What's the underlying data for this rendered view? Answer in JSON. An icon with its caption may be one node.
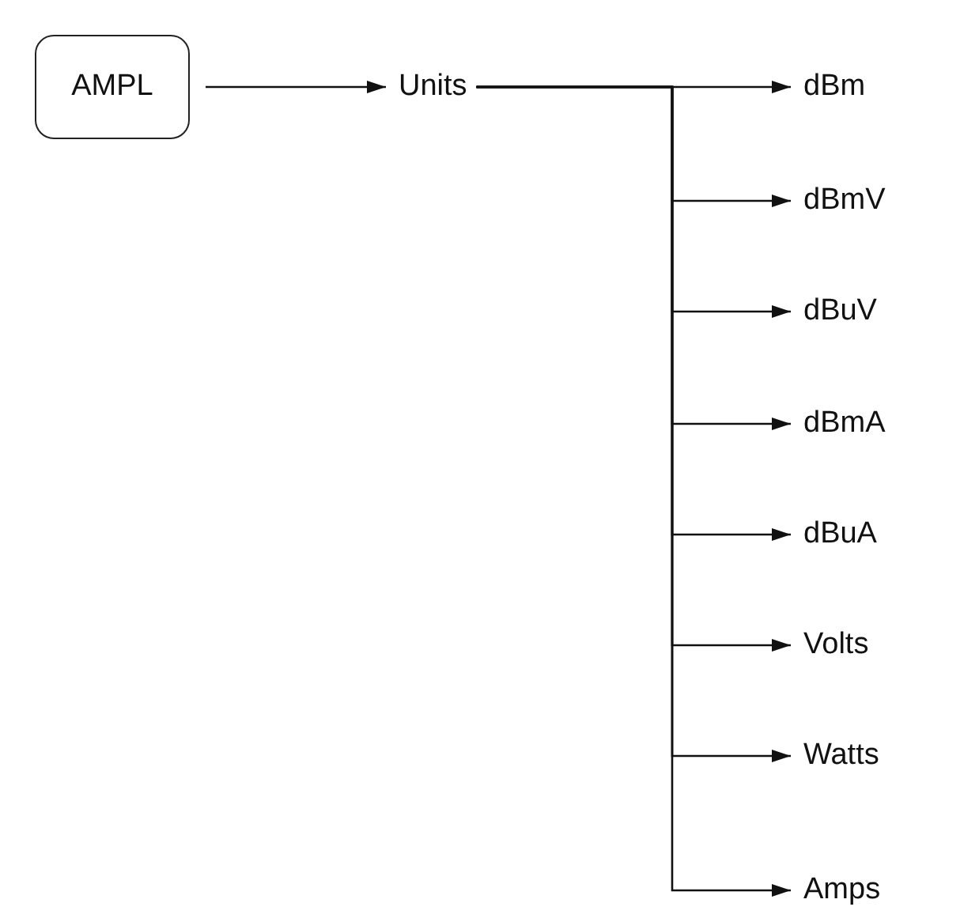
{
  "diagram": {
    "nodes": [
      {
        "text": [
          "AMPL"
        ]
      },
      {
        "text": [
          "Units"
        ]
      },
      {
        "text": [
          "dBm"
        ]
      },
      {
        "text": [
          "dBmV"
        ]
      },
      {
        "text": [
          "dBuV"
        ]
      },
      {
        "text": [
          "dBmA"
        ]
      },
      {
        "text": [
          "dBuA"
        ]
      },
      {
        "text": [
          "Volts"
        ]
      },
      {
        "text": [
          "Watts"
        ]
      },
      {
        "text": [
          "Amps"
        ]
      }
    ],
    "edges": [
      {
        "from": 0,
        "to": 1,
        "arrow": "to"
      },
      {
        "from": 1,
        "to": 2,
        "arrow": "to"
      },
      {
        "from": 1,
        "to": 3,
        "arrow": "to"
      },
      {
        "from": 1,
        "to": 4,
        "arrow": "to"
      },
      {
        "from": 1,
        "to": 5,
        "arrow": "to"
      },
      {
        "from": 1,
        "to": 6,
        "arrow": "to"
      },
      {
        "from": 1,
        "to": 7,
        "arrow": "to"
      },
      {
        "from": 1,
        "to": 8,
        "arrow": "to"
      },
      {
        "from": 1,
        "to": 9,
        "arrow": "to"
      }
    ]
  }
}
